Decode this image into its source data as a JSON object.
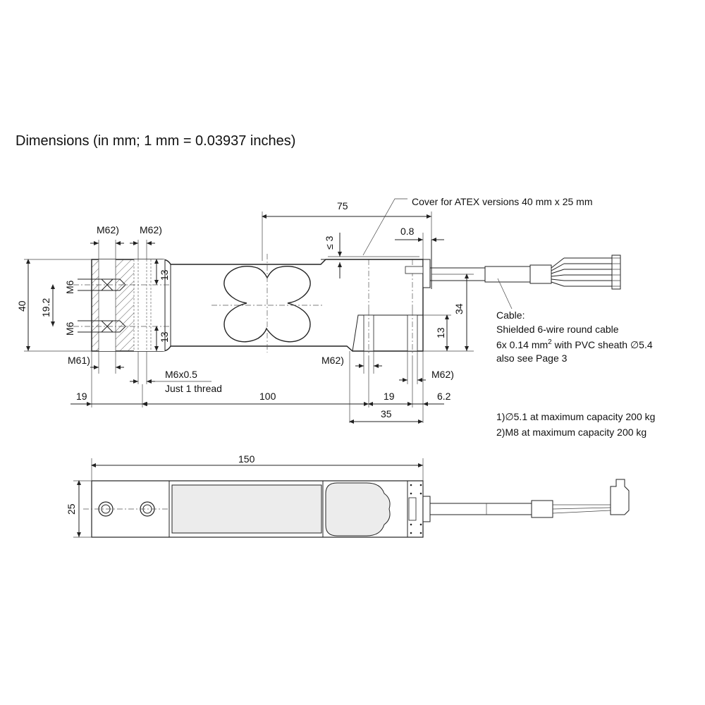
{
  "title": "Dimensions (in mm; 1 mm = 0.03937 inches)",
  "callouts": {
    "atex_cover": "Cover for ATEX versions 40 mm x 25 mm",
    "m6x05": "M6x0.5",
    "just_one_thread": "Just 1 thread"
  },
  "cable_note": {
    "line1": "Cable:",
    "line2": "Shielded 6-wire round cable",
    "line3_a": "6x 0.14 mm",
    "line3_sup": "2",
    "line3_b": " with PVC sheath ∅5.4",
    "line4": "also see Page 3"
  },
  "footnotes": {
    "n1": "1)∅5.1 at maximum capacity 200 kg",
    "n2": "2)M8 at maximum capacity 200 kg"
  },
  "dims": {
    "d75": "75",
    "d0_8": "0.8",
    "d_le3": "≤ 3",
    "d40": "40",
    "d19_2": "19.2",
    "d34": "34",
    "d13_left_top": "13",
    "d13_left_bot": "13",
    "d13_right": "13",
    "m6_top": "M6",
    "m6_bot": "M6",
    "m62_a": "M62)",
    "m62_b": "M62)",
    "m61": "M61)",
    "m62_c": "M62)",
    "m62_d": "M62)",
    "d19_left": "19",
    "d100": "100",
    "d19_right": "19",
    "d6_2": "6.2",
    "d35": "35",
    "d150": "150",
    "d25": "25"
  }
}
